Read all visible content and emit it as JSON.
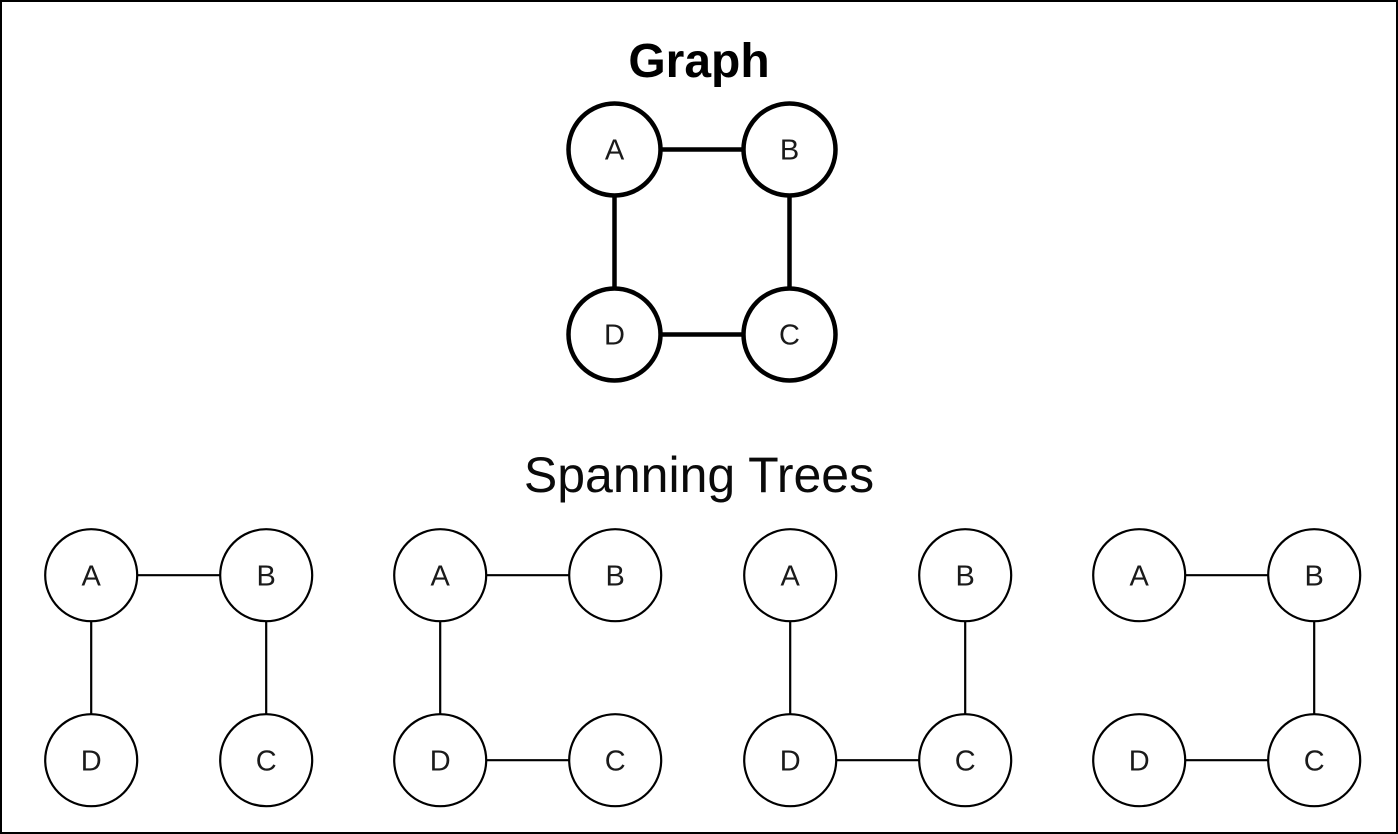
{
  "titles": {
    "graph": "Graph",
    "spanning_trees": "Spanning Trees"
  },
  "colors": {
    "background": "#ffffff",
    "line": "#000000",
    "node_fill": "#ffffff",
    "node_stroke": "#000000",
    "label_text": "#1a1a1a",
    "page_border": "#000000"
  },
  "diagram": {
    "type": "graph-with-spanning-trees",
    "nodes": [
      {
        "id": "A",
        "label": "A",
        "col": 0,
        "row": 0
      },
      {
        "id": "B",
        "label": "B",
        "col": 1,
        "row": 0
      },
      {
        "id": "D",
        "label": "D",
        "col": 0,
        "row": 1
      },
      {
        "id": "C",
        "label": "C",
        "col": 1,
        "row": 1
      }
    ],
    "main_graph": {
      "name": "graph",
      "edges": [
        [
          "A",
          "B"
        ],
        [
          "A",
          "D"
        ],
        [
          "B",
          "C"
        ],
        [
          "D",
          "C"
        ]
      ]
    },
    "spanning_trees": [
      {
        "name": "spanning-tree-1",
        "edges": [
          [
            "A",
            "B"
          ],
          [
            "A",
            "D"
          ],
          [
            "B",
            "C"
          ]
        ]
      },
      {
        "name": "spanning-tree-2",
        "edges": [
          [
            "A",
            "B"
          ],
          [
            "A",
            "D"
          ],
          [
            "D",
            "C"
          ]
        ]
      },
      {
        "name": "spanning-tree-3",
        "edges": [
          [
            "A",
            "D"
          ],
          [
            "D",
            "C"
          ],
          [
            "B",
            "C"
          ]
        ]
      },
      {
        "name": "spanning-tree-4",
        "edges": [
          [
            "A",
            "B"
          ],
          [
            "B",
            "C"
          ],
          [
            "D",
            "C"
          ]
        ]
      }
    ]
  }
}
